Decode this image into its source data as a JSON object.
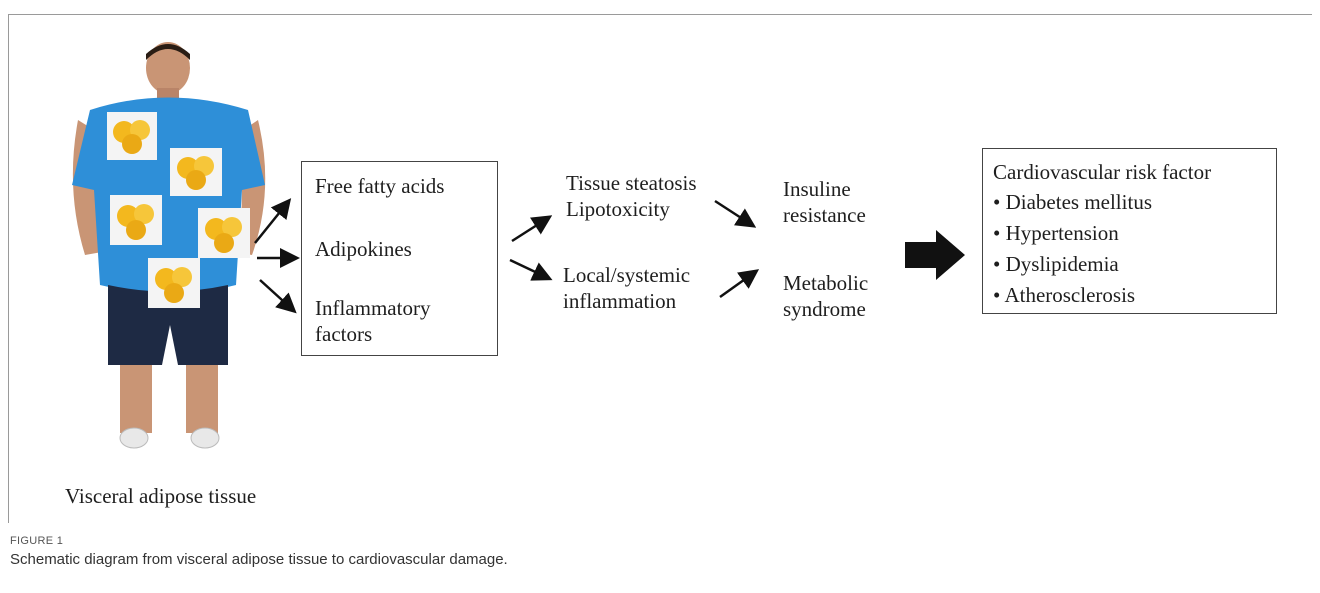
{
  "diagram": {
    "source_label": "Visceral adipose tissue",
    "box1_items": [
      "Free fatty acids",
      "Adipokines",
      "Inflammatory",
      "factors"
    ],
    "mid_upper": [
      "Tissue steatosis",
      "Lipotoxicity"
    ],
    "mid_lower": [
      "Local/systemic",
      "inflammation"
    ],
    "right_upper": [
      "Insuline",
      "resistance"
    ],
    "right_lower": [
      "Metabolic",
      "syndrome"
    ],
    "risk_box": {
      "title": "Cardiovascular risk factor",
      "items": [
        "• Diabetes mellitus",
        "• Hypertension",
        "• Dyslipidemia",
        "• Atherosclerosis"
      ]
    }
  },
  "caption": {
    "label": "FIGURE 1",
    "text": "Schematic diagram from visceral adipose tissue to cardiovascular damage."
  },
  "colors": {
    "shirt": "#2e8fd8",
    "shorts": "#1e2a44",
    "skin": "#c99575",
    "fat_cell": "#f3b81e"
  }
}
